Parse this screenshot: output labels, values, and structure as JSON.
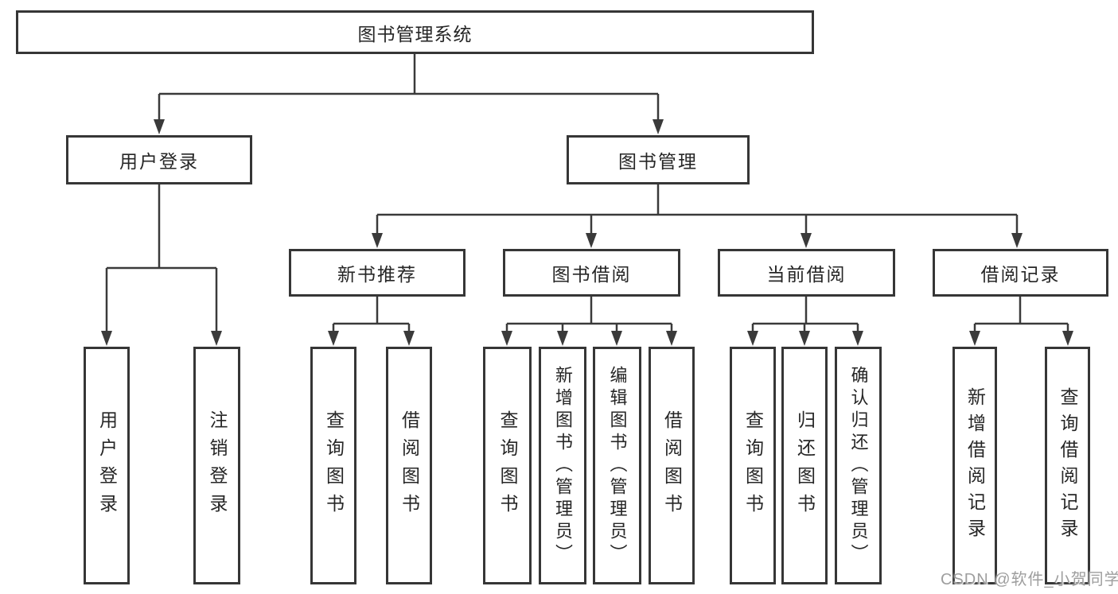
{
  "title": {
    "label": "图书管理系统"
  },
  "branches": {
    "user_login": {
      "label": "用户登录",
      "children": [
        {
          "label": "用户登录"
        },
        {
          "label": "注销登录"
        }
      ]
    },
    "book_management": {
      "label": "图书管理",
      "sections": [
        {
          "label": "新书推荐",
          "children": [
            {
              "label": "查询图书"
            },
            {
              "label": "借阅图书"
            }
          ]
        },
        {
          "label": "图书借阅",
          "children": [
            {
              "label": "查询图书"
            },
            {
              "label": "新增图书（管理员）"
            },
            {
              "label": "编辑图书（管理员）"
            },
            {
              "label": "借阅图书"
            }
          ]
        },
        {
          "label": "当前借阅",
          "children": [
            {
              "label": "查询图书"
            },
            {
              "label": "归还图书"
            },
            {
              "label": "确认归还（管理员）"
            }
          ]
        },
        {
          "label": "借阅记录",
          "children": [
            {
              "label": "新增借阅记录"
            },
            {
              "label": "查询借阅记录"
            }
          ]
        }
      ]
    }
  },
  "watermark": {
    "text": "CSDN @软件_小贺同学"
  },
  "colors": {
    "line": "#3a3a3a",
    "box_border": "#363636",
    "text": "#262626",
    "watermark": "#9e9e9e",
    "background": "#ffffff"
  }
}
